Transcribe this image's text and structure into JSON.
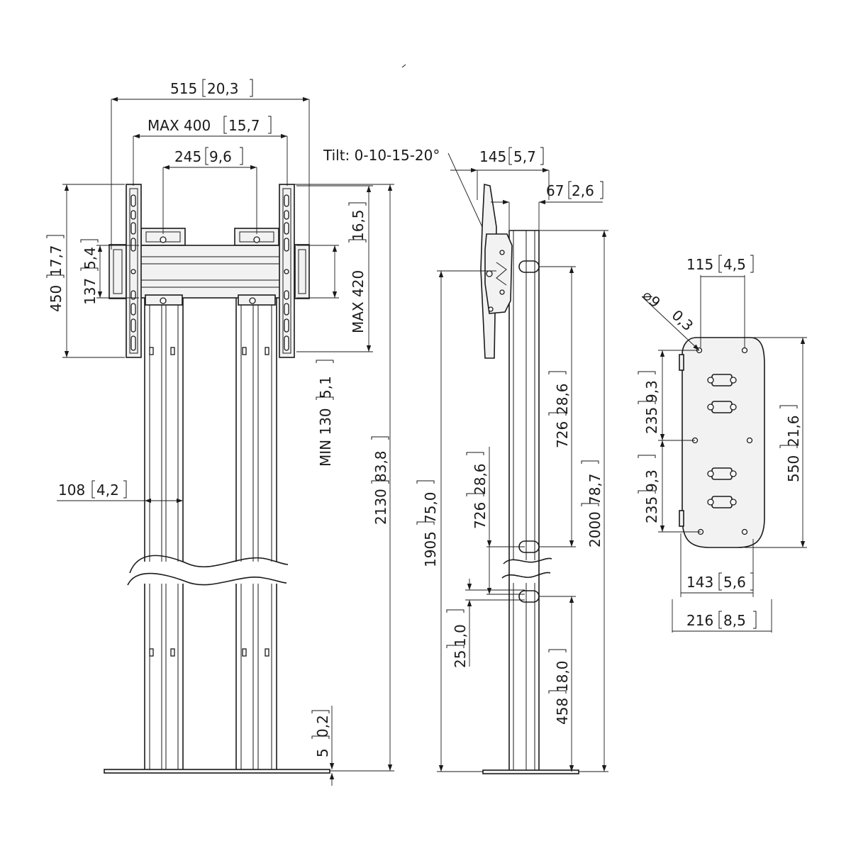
{
  "tilt_label": "Tilt: 0-10-15-20°",
  "front_view": {
    "width_overall": {
      "mm": "515",
      "in": "20,3"
    },
    "max_width": {
      "mm": "MAX 400",
      "in": "15,7"
    },
    "rail_spacing": {
      "mm": "245",
      "in": "9,6"
    },
    "bracket_height": {
      "mm": "450",
      "in": "17,7"
    },
    "crossbar_height": {
      "mm": "137",
      "in": "5,4"
    },
    "max_height": {
      "mm": "MAX 420",
      "in": "16,5"
    },
    "min_height": {
      "mm": "MIN 130",
      "in": "5,1"
    },
    "column_width": {
      "mm": "108",
      "in": "4,2"
    },
    "total_height": {
      "mm": "2130",
      "in": "83,8"
    },
    "base_plate": {
      "mm": "5",
      "in": "0,2"
    }
  },
  "side_view": {
    "depth_tilt": {
      "mm": "145",
      "in": "5,7"
    },
    "depth_offset": {
      "mm": "67",
      "in": "2,6"
    },
    "center_height": {
      "mm": "1905",
      "in": "75,0"
    },
    "adjust_upper": {
      "mm": "726",
      "in": "28,6"
    },
    "adjust_lower": {
      "mm": "726",
      "in": "28,6"
    },
    "column_height": {
      "mm": "2000",
      "in": "78,7"
    },
    "step": {
      "mm": "25",
      "in": "1,0"
    },
    "bottom_hole": {
      "mm": "458",
      "in": "18,0"
    }
  },
  "base_view": {
    "hole_spacing_top": {
      "mm": "115",
      "in": "4,5"
    },
    "hole_diameter": {
      "mm": "⌀9",
      "in": "0,3"
    },
    "hole_spacing_upper": {
      "mm": "235",
      "in": "9,3"
    },
    "hole_spacing_lower": {
      "mm": "235",
      "in": "9,3"
    },
    "plate_length": {
      "mm": "550",
      "in": "21,6"
    },
    "hole_spacing_bottom": {
      "mm": "143",
      "in": "5,6"
    },
    "plate_width": {
      "mm": "216",
      "in": "8,5"
    }
  }
}
